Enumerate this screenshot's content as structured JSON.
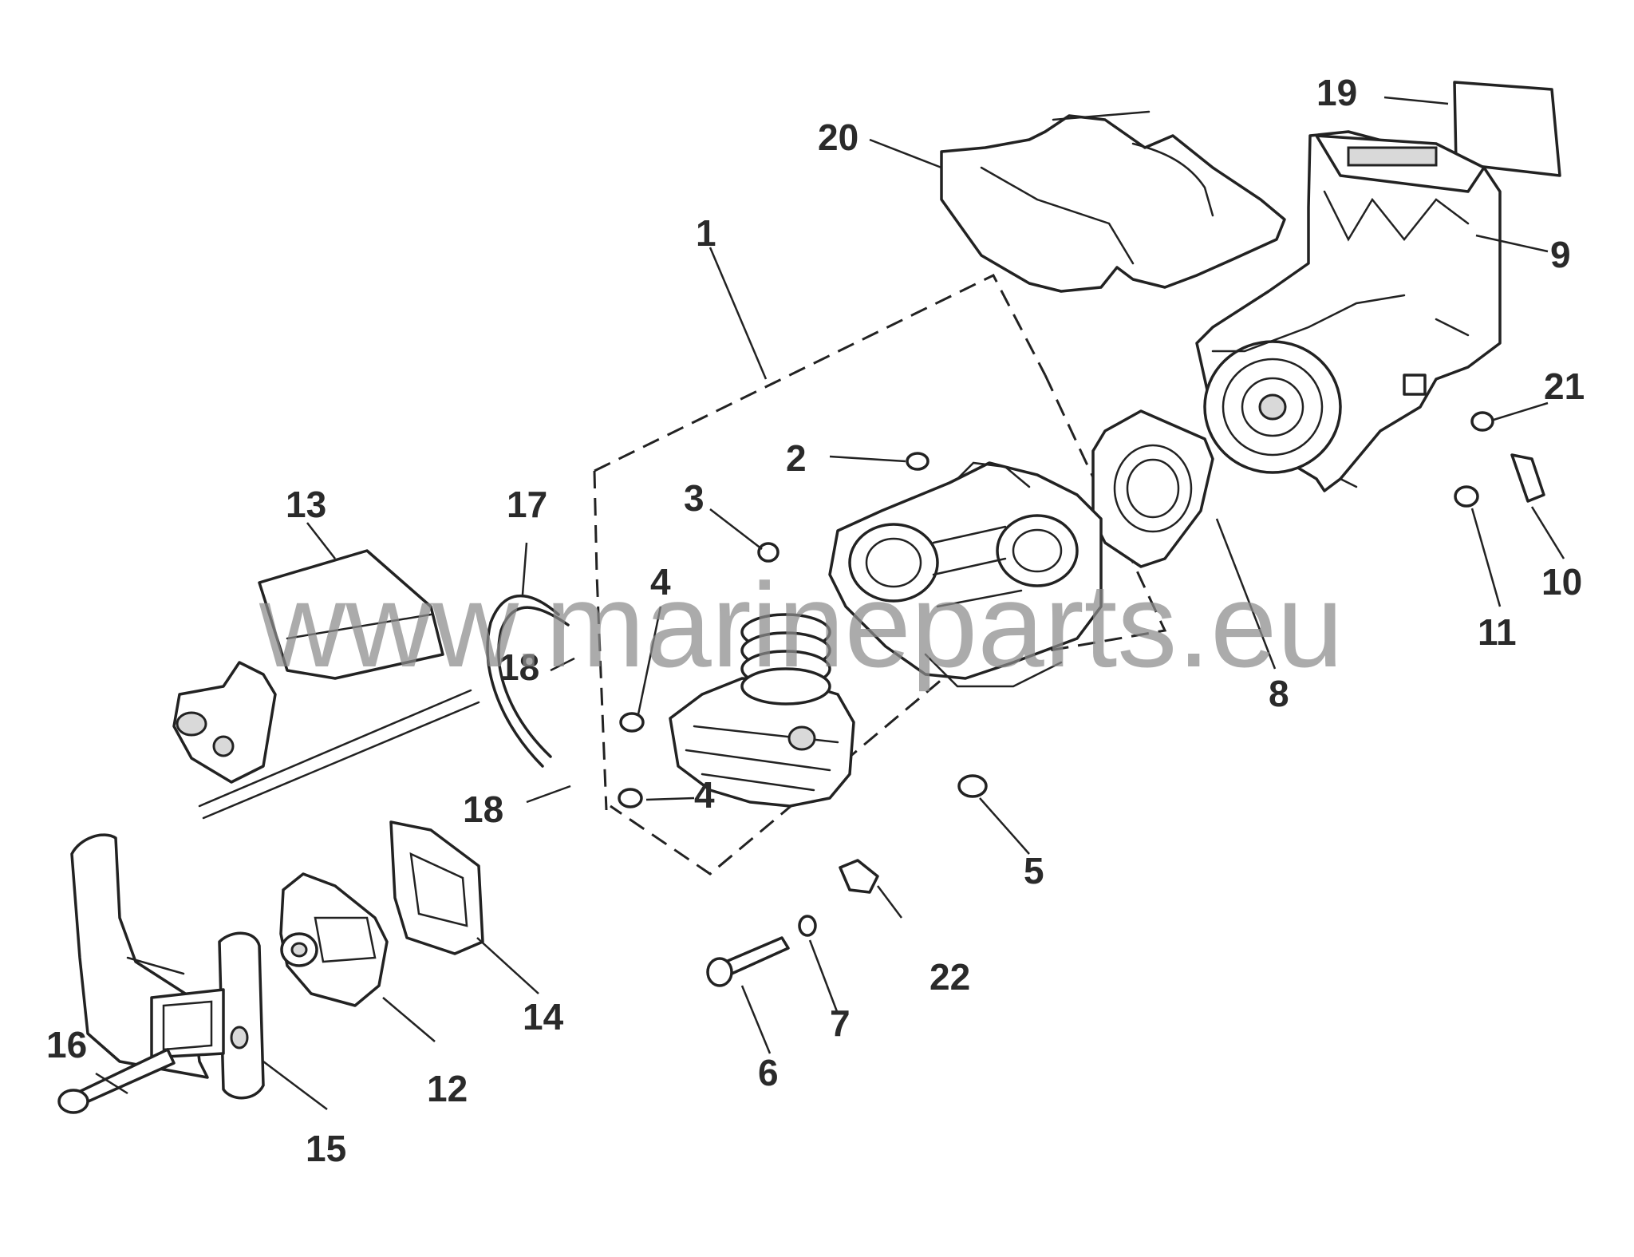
{
  "callouts": [
    {
      "id": "1",
      "label": "1"
    },
    {
      "id": "2",
      "label": "2"
    },
    {
      "id": "3",
      "label": "3"
    },
    {
      "id": "4a",
      "label": "4"
    },
    {
      "id": "4b",
      "label": "4"
    },
    {
      "id": "5",
      "label": "5"
    },
    {
      "id": "6",
      "label": "6"
    },
    {
      "id": "7",
      "label": "7"
    },
    {
      "id": "8",
      "label": "8"
    },
    {
      "id": "9",
      "label": "9"
    },
    {
      "id": "10",
      "label": "10"
    },
    {
      "id": "11",
      "label": "11"
    },
    {
      "id": "12",
      "label": "12"
    },
    {
      "id": "13",
      "label": "13"
    },
    {
      "id": "14",
      "label": "14"
    },
    {
      "id": "15",
      "label": "15"
    },
    {
      "id": "16",
      "label": "16"
    },
    {
      "id": "17",
      "label": "17"
    },
    {
      "id": "18a",
      "label": "18"
    },
    {
      "id": "18b",
      "label": "18"
    },
    {
      "id": "19",
      "label": "19"
    },
    {
      "id": "20",
      "label": "20"
    },
    {
      "id": "21",
      "label": "21"
    },
    {
      "id": "22",
      "label": "22"
    }
  ],
  "watermark": "www.marineparts.eu"
}
